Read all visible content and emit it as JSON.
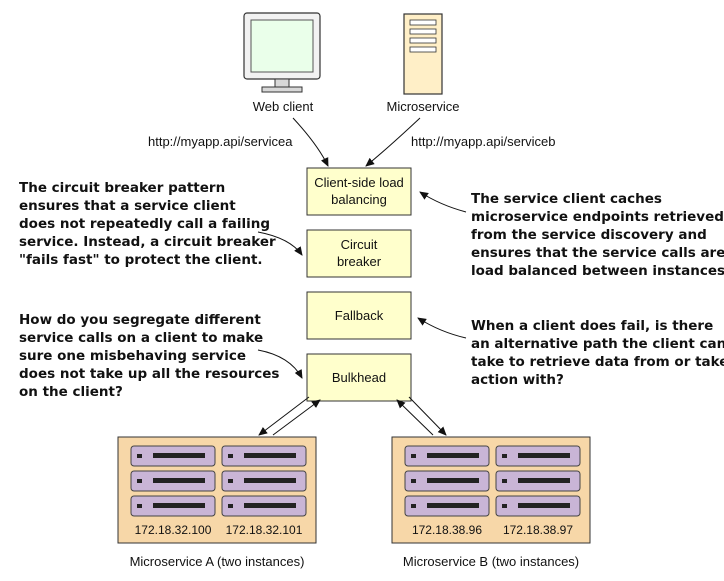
{
  "top": {
    "web_client": "Web client",
    "microservice": "Microservice",
    "url_a": "http://myapp.api/servicea",
    "url_b": "http://myapp.api/serviceb"
  },
  "boxes": {
    "load_balancing": [
      "Client-side load",
      "balancing"
    ],
    "circuit_breaker": [
      "Circuit",
      "breaker"
    ],
    "fallback": "Fallback",
    "bulkhead": "Bulkhead"
  },
  "notes": {
    "circuit_breaker": [
      "The circuit breaker pattern",
      "ensures that a service client",
      "does not repeatedly call a failing",
      "service. Instead, a circuit breaker",
      "\"fails fast\" to protect the client."
    ],
    "load_balancing": [
      "The service client caches",
      "microservice endpoints retrieved",
      "from the service discovery and",
      "ensures that the service calls are",
      "load balanced between instances."
    ],
    "bulkhead": [
      "How do you segregate different",
      "service calls on a client to make",
      "sure one misbehaving service",
      "does not take up all the resources",
      "on the client?"
    ],
    "fallback": [
      "When a client does fail, is there",
      "an alternative path the client can",
      "take to retrieve data from or take",
      "action with?"
    ]
  },
  "clusters": {
    "a": {
      "label": "Microservice A (two instances)",
      "ips": [
        "172.18.32.100",
        "172.18.32.101"
      ]
    },
    "b": {
      "label": "Microservice B (two instances)",
      "ips": [
        "172.18.38.96",
        "172.18.38.97"
      ]
    }
  },
  "colors": {
    "box_fill": "#ffffcc",
    "cluster_fill": "#f7d7a8",
    "slot_fill": "#c9b5d6",
    "monitor_screen": "#eaffea",
    "server_body": "#ffefc7"
  }
}
